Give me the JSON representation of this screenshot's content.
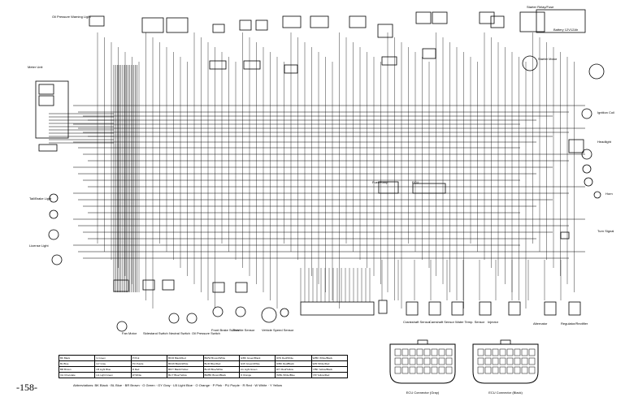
{
  "page": {
    "number": "-158-"
  },
  "components": {
    "oil_pressure_warning_light": "Oil Pressure Warning Light",
    "meter_unit": "Meter Unit",
    "starter_relay_fuse": "Starter Relay/Fuse",
    "battery": "Battery 12V12Ah",
    "starter_motor": "Starter Motor",
    "ecu": "ECU",
    "fuel_pump": "Fuel Pump",
    "ignition_coil": "Ignition Coil",
    "headlight": "Headlight",
    "horn": "Horn",
    "turn_signal": "Turn Signal",
    "tail_light": "Tail/Brake Light",
    "license_light": "License Light",
    "front_brake_switch": "Front Brake Switch",
    "throttle_sensor": "Throttle Sensor",
    "vehicle_speed_sensor": "Vehicle Speed Sensor",
    "crankshaft_sensor": "Crankshaft Sensor",
    "camshaft_sensor": "Camshaft Sensor",
    "water_temp_sensor": "Water Temp. Sensor",
    "injector": "Injector",
    "alternator": "Alternator",
    "regulator_rectifier": "Regulator/Rectifier",
    "fan_motor": "Fan Motor",
    "sidestand_switch": "Sidestand Switch",
    "neutral_switch": "Neutral Switch",
    "oil_pressure_switch": "Oil Pressure Switch"
  },
  "legend": {
    "rows": [
      [
        "BK Black",
        "G Green",
        "P Pink",
        "BK/R Black/Red",
        "BR/W Brown/White",
        "G/BK Green/Black",
        "R/W Red/White",
        "W/BK White/Black"
      ],
      [
        "BL Blue",
        "GY Gray",
        "PU Purple",
        "BK/W Black/White",
        "BL/R Blue/Red",
        "G/W Green/White",
        "R/BK Red/Black",
        "W/R White/Red"
      ],
      [
        "BR Brown",
        "LB Light Blue",
        "R Red",
        "BK/Y Black/Yellow",
        "BL/W Blue/White",
        "LG Light Green",
        "R/Y Red/Yellow",
        "Y/BK Yellow/Black"
      ],
      [
        "CH Chocolate",
        "LG Light Green",
        "W White",
        "BL/Y Blue/Yellow",
        "BR/BK Brown/Black",
        "O Orange",
        "W/BL White/Blue",
        "Y/R Yellow/Red"
      ]
    ],
    "abbreviations": "Abbreviations: BK Black · BL Blue · BR Brown · G Green · GY Gray · LB Light Blue · O Orange · P Pink · PU Purple · R Red · W White · Y Yellow"
  },
  "connectors": {
    "left": "ECU Connector (Gray)",
    "right": "ECU Connector (Black)"
  }
}
